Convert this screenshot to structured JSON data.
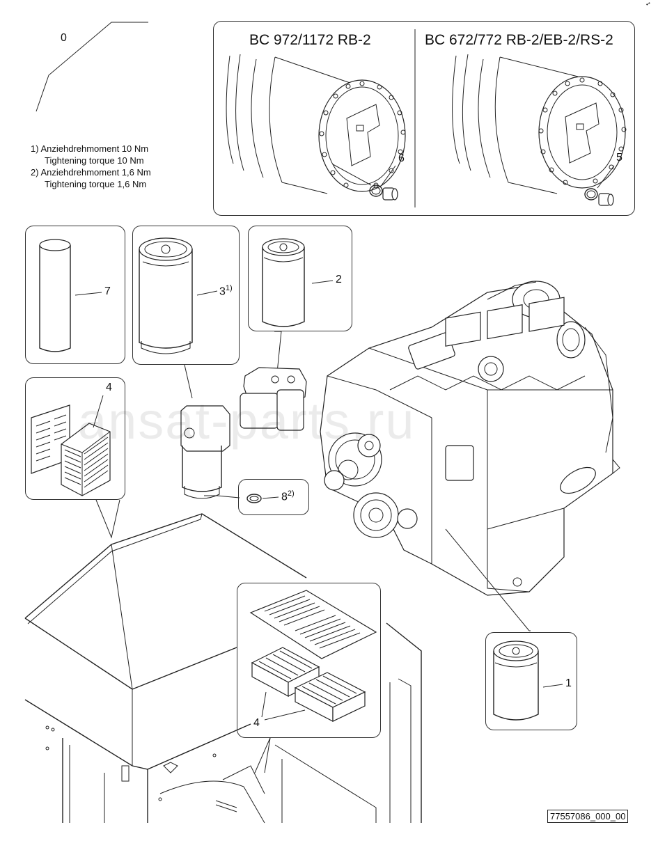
{
  "headings": {
    "left": "BC 972/1172 RB-2",
    "right": "BC 672/772 RB-2/EB-2/RS-2"
  },
  "notes": [
    "1) Anziehdrehmoment 10 Nm",
    "Tightening torque 10 Nm",
    "2) Anziehdrehmoment 1,6 Nm",
    "Tightening torque 1,6 Nm"
  ],
  "callouts": {
    "c0": "0",
    "c1": "1",
    "c2": "2",
    "c3": "3",
    "c3_sup": "1)",
    "c4_left": "4",
    "c4_bottom": "4",
    "c5": "5",
    "c6": "6",
    "c7": "7",
    "c8": "8",
    "c8_sup": "2)"
  },
  "document_id": "77557086_000_00",
  "watermark": "ansat-parts.ru",
  "corner_mark": "•*"
}
